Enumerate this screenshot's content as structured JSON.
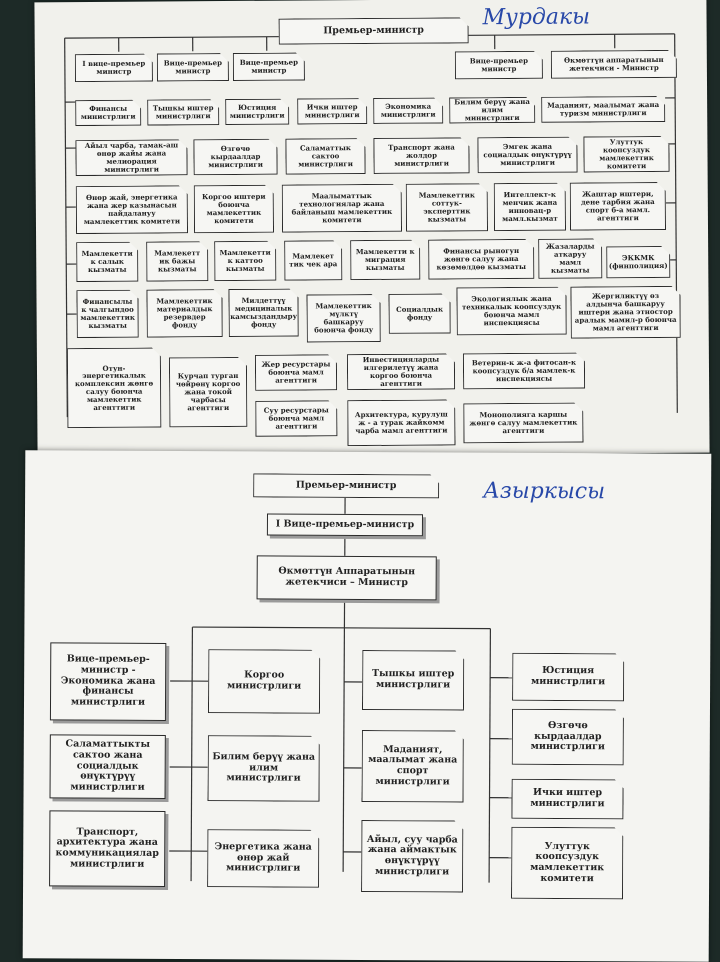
{
  "old_chart": {
    "handwritten": "Мурдакы",
    "title": "Премьер-министр",
    "row1": [
      "I вице-премьер министр",
      "Вице-премьер министр",
      "Вице-премьер министр",
      "Вице-премьер министр",
      "Өкмөттүн аппаратынын жетекчиси - Министр"
    ],
    "row2": [
      "Финансы министрлиги",
      "Тышкы иштер министрлиги",
      "Юстиция министрлиги",
      "Ички иштер министрлиги",
      "Экономика министрлиги",
      "Билим берүү жана илим министрлиги",
      "Маданият, маалымат жана туризм министрлиги"
    ],
    "row3": [
      "Айыл чарба, тамак-аш өнөр жайы жана мелиорация министрлиги",
      "Өзгөчө кырдаалдар министрлиги",
      "Саламаттык сактоо министрлиги",
      "Транспорт жана жолдор министрлиги",
      "Эмгек жана социалдык өнүктүрүү министрлиги",
      "Улуттук коопсуздук мамлекеттик комитети"
    ],
    "row4": [
      "Өнөр жай, энергетика жана жер казынасын пайдалануу мамлекеттик комитети",
      "Коргоо иштери боюнча мамлекеттик комитети",
      "Маалыматтык технологиялар жана байланыш мамлекеттик комитети",
      "Мамлекеттик соттук-эксперттик кызматы",
      "Интеллект-к менчик жана инновац-р мамл.кызмат",
      "Жаштар иштери, дене тарбия жана спорт б-а мамл. агенттиги"
    ],
    "row5": [
      "Мамлекетти к салык кызматы",
      "Мамлекетт ик бажы кызматы",
      "Мамлекетти к каттоо кызматы",
      "Мамлекет тик чек ара",
      "Мамлекетти к миграция кызматы",
      "Финансы рыногун жөнгө салуу жана көзөмөлдөө кызматы",
      "Жазаларды аткаруу мамл кызматы",
      "ЭККМК (финполиция)"
    ],
    "row6": [
      "Финансылы к чалгындоо мамлекеттик кызматы",
      "Мамлекеттик материалдык резервдер фонду",
      "Милдеттүү медициналык камсыздандыру фонду",
      "Мамлекеттик мүлктү башкаруу боюнча фонду",
      "Социалдык фонду",
      "Экологиялык жана техникалык коопсуздук боюнча мамл инспекциясы",
      "Жергиликтүү өз алдынча башкаруу иштери жана этностор аралык мамил-р боюнча мамл агенттиги"
    ],
    "row7": [
      "Отун-энергетикалык комплексин жөнгө салуу боюнча мамлекеттик агенттиги",
      "Курчап турган чөйрөнү коргоо жана токой чарбасы агенттиги",
      "Жер ресурстары боюнча мамл агенттиги",
      "Инвестицияларды илгерилетүү жана коргоо боюнча агенттиги",
      "Ветерин-к ж-а фитосан-к коопсуздук б/а мамлек-к инспекциясы"
    ],
    "row8": [
      "Суу ресурстары боюнча мамл агенттиги",
      "Архитектура, курулуш ж - а турак жайкомм чарба мамл агенттиги",
      "Монополияга каршы жөнгө салуу мамлекеттик агенттиги"
    ]
  },
  "new_chart": {
    "handwritten": "Азыркысы",
    "title": "Премьер-министр",
    "first_vice": "I Вице-премьер-министр",
    "chief": "Өкмөттүн Аппаратынын жетекчиси – Министр",
    "col1": [
      "Вице-премьер-министр - Экономика жана финансы министрлиги",
      "Саламаттыкты сактоо жана социалдык өнүктүрүү министрлиги",
      "Транспорт, архитектура жана коммуникациялар министрлиги"
    ],
    "col2": [
      "Коргоо министрлиги",
      "Билим берүү жана илим министрлиги",
      "Энергетика жана өнөр жай министрлиги"
    ],
    "col3": [
      "Тышкы иштер министрлиги",
      "Маданият, маалымат жана спорт министрлиги",
      "Айыл, суу чарба жана аймактык өнүктүрүү министрлиги"
    ],
    "col4": [
      "Юстиция министрлиги",
      "Өзгөчө кырдаалдар министрлиги",
      "Ички иштер министрлиги",
      "Улуттук коопсуздук мамлекеттик комитети"
    ]
  }
}
